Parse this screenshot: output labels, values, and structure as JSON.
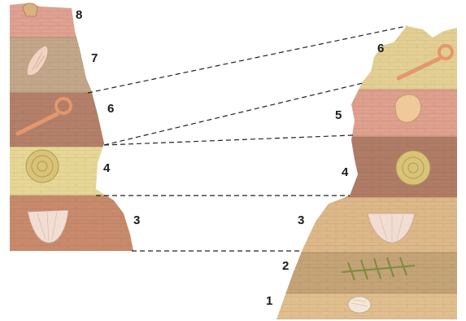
{
  "left_column": {
    "labels": [
      "8",
      "7",
      "6",
      "4",
      "3"
    ]
  },
  "right_column": {
    "labels": [
      "6",
      "5",
      "4",
      "3",
      "2",
      "1"
    ]
  },
  "colors": {
    "layer_pink": "#dfa191",
    "layer_tan": "#c3a78a",
    "layer_brown": "#b4806a",
    "layer_yellow": "#e7d796",
    "layer_sand": "#d9a978",
    "layer_olive": "#c4a477",
    "layer_beige": "#ddb888",
    "layer_rose": "#cf8e79",
    "fossil_cream": "#f4dcc2",
    "fossil_orange": "#e4976c",
    "fern_green": "#7d8a3c",
    "correlation_line": "#222222"
  },
  "fossils": {
    "left": [
      "horn-coral-fossil",
      "crinoid-stem-fossil",
      "ammonite-fossil",
      "brachiopod-fossil",
      "snail-fossil"
    ],
    "right": [
      "crinoid-stem-fossil",
      "trilobite-fossil",
      "ammonite-fossil",
      "brachiopod-fossil",
      "fern-fossil",
      "shell-fossil"
    ]
  }
}
